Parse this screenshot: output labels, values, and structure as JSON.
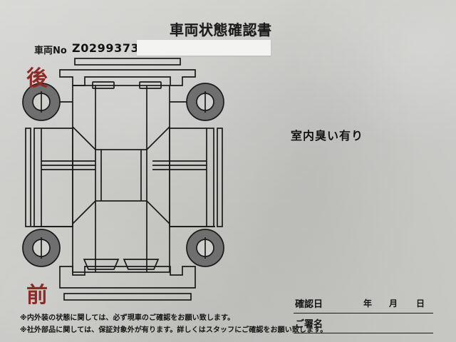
{
  "document": {
    "title": "車両状態確認書",
    "vehicle_no_label": "車両No",
    "vehicle_no_value": "Z0299373",
    "redaction_note": ""
  },
  "condition_notes": {
    "note_1": "室内臭い有り"
  },
  "diagram": {
    "rear_label": "後",
    "front_label": "前",
    "label_color": "#8e2a26",
    "line_color": "#1a1a1a",
    "tire_color": "#6f6f6f"
  },
  "sign_block": {
    "date_label": "確認日",
    "year_label": "年",
    "month_label": "月",
    "day_label": "日",
    "signature_label": "ご署名"
  },
  "footer": {
    "line_1": "※内外装の状態に関しては、必ず現車のご確認をお願い致します。",
    "line_2": "※社外部品に関しては、保証対象外が有ります。詳しくはスタッフにご確認をお願い致します。"
  }
}
